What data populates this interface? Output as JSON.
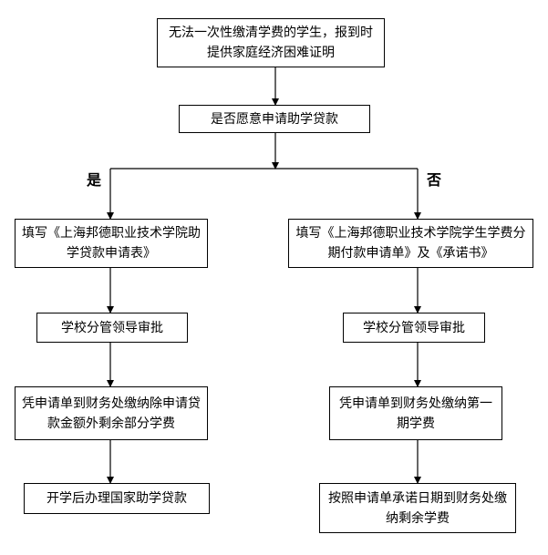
{
  "flow": {
    "start": "无法一次性缴清学费的学生，报到时提供家庭经济困难证明",
    "question": "是否愿意申请助学贷款",
    "yes_label": "是",
    "no_label": "否",
    "yes_branch": {
      "step1": "填写《上海邦德职业技术学院助学贷款申请表》",
      "step2": "学校分管领导审批",
      "step3": "凭申请单到财务处缴纳除申请贷款金额外剩余部分学费",
      "step4": "开学后办理国家助学贷款"
    },
    "no_branch": {
      "step1": "填写《上海邦德职业技术学院学生学费分期付款申请单》及《承诺书》",
      "step2": "学校分管领导审批",
      "step3": "凭申请单到财务处缴纳第一期学费",
      "step4": "按照申请单承诺日期到财务处缴纳剩余学费"
    }
  }
}
